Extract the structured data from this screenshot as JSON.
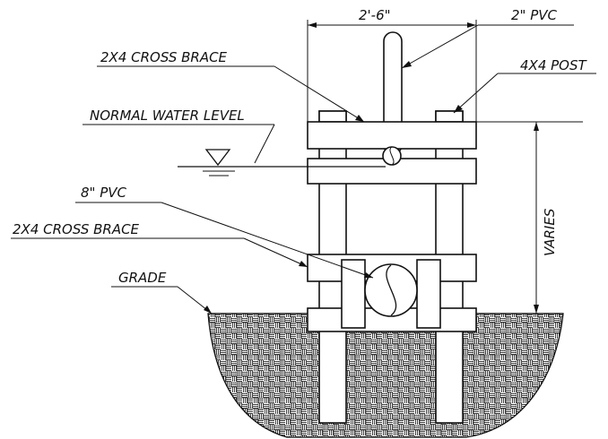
{
  "labels": {
    "dimension_width": "2'-6\"",
    "pvc_2in": "2\" PVC",
    "cross_brace_top": "2X4 CROSS BRACE",
    "post_4x4": "4X4 POST",
    "normal_water_level": "NORMAL WATER LEVEL",
    "pvc_8in": "8\" PVC",
    "cross_brace_bottom": "2X4 CROSS BRACE",
    "grade": "GRADE",
    "varies": "VARIES"
  },
  "colors": {
    "line": "#111111",
    "background": "#ffffff"
  }
}
